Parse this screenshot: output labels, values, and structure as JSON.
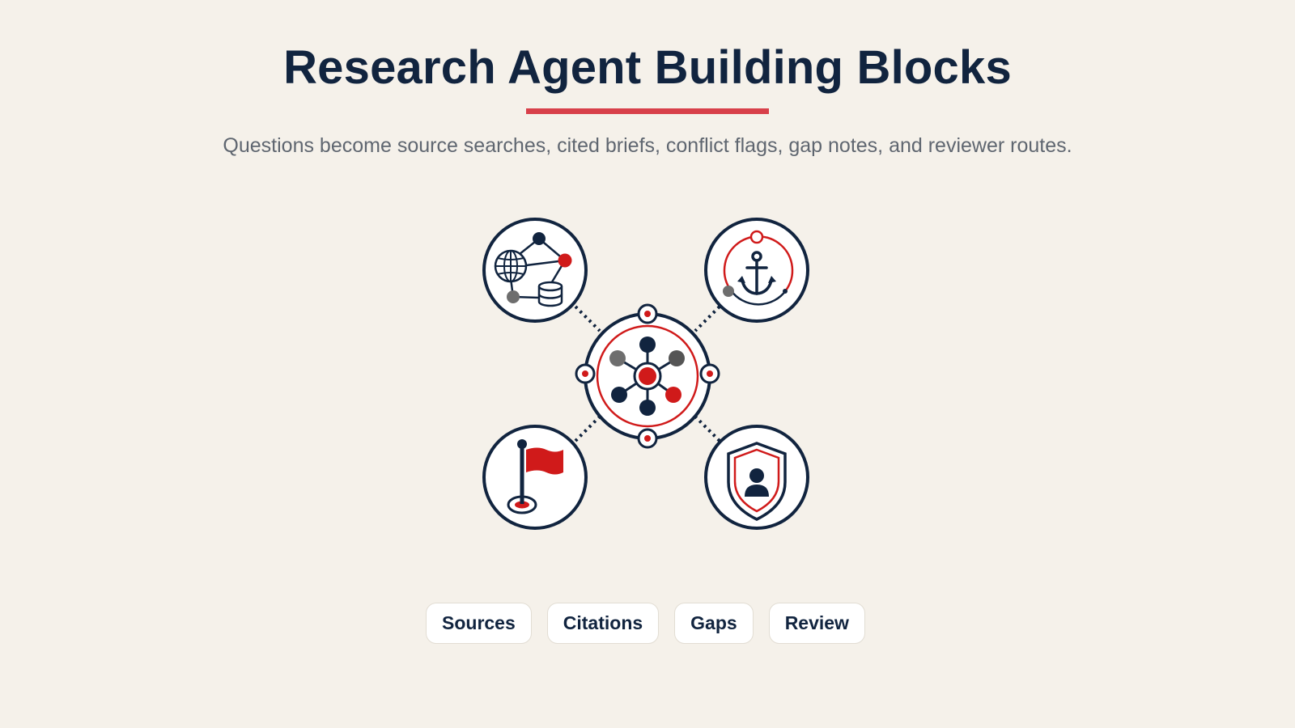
{
  "header": {
    "title": "Research Agent Building Blocks",
    "subtitle": "Questions become source searches, cited briefs, conflict flags, gap notes, and reviewer routes."
  },
  "diagram": {
    "hub_icon": "network-hub-icon",
    "satellites": [
      {
        "icon": "globe-database-network-icon"
      },
      {
        "icon": "anchor-icon"
      },
      {
        "icon": "flag-icon"
      },
      {
        "icon": "shield-person-icon"
      }
    ]
  },
  "chips": [
    {
      "label": "Sources"
    },
    {
      "label": "Citations"
    },
    {
      "label": "Gaps"
    },
    {
      "label": "Review"
    }
  ],
  "colors": {
    "background": "#f5f1ea",
    "navy": "#11243f",
    "accent_red": "#d01a1a",
    "underline_red": "#d8404a",
    "gray": "#6e6e6e"
  }
}
